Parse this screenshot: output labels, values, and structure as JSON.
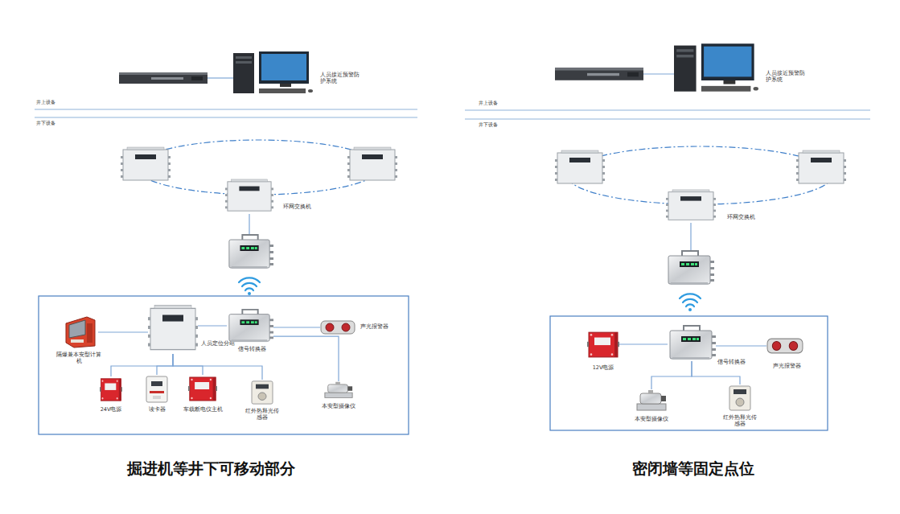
{
  "diagram": {
    "nodes": [
      {
        "text": [
          "人员接近预警防护系统"
        ]
      },
      {
        "text": [
          "环网交换机"
        ]
      },
      {
        "text": [
          "隔爆兼本安型计算机"
        ]
      },
      {
        "text": [
          "人员定位分站"
        ]
      },
      {
        "text": [
          "信号转换器"
        ]
      },
      {
        "text": [
          "声光报警器"
        ]
      },
      {
        "text": [
          "24V电源"
        ]
      },
      {
        "text": [
          "读卡器"
        ]
      },
      {
        "text": [
          "车载断电仪主机"
        ]
      },
      {
        "text": [
          "红外热释光传感器"
        ]
      },
      {
        "text": [
          "本安型摄像仪"
        ]
      },
      {
        "text": [
          "人员接近预警防护系统"
        ]
      },
      {
        "text": [
          "环网交换机"
        ]
      },
      {
        "text": [
          "12V电源"
        ]
      },
      {
        "text": [
          "信号转换器"
        ]
      },
      {
        "text": [
          "声光报警器"
        ]
      },
      {
        "text": [
          "本安型摄像仪"
        ]
      },
      {
        "text": [
          "红外热释光传感器"
        ]
      }
    ],
    "edges": [
      {
        "from": 2,
        "to": 3,
        "arrow": "none"
      },
      {
        "from": 3,
        "to": 4,
        "arrow": "none"
      },
      {
        "from": 4,
        "to": 5,
        "arrow": "none"
      },
      {
        "from": 4,
        "to": 10,
        "arrow": "none"
      },
      {
        "from": 3,
        "to": 6,
        "arrow": "none"
      },
      {
        "from": 3,
        "to": 7,
        "arrow": "none"
      },
      {
        "from": 3,
        "to": 8,
        "arrow": "none"
      },
      {
        "from": 3,
        "to": 9,
        "arrow": "none"
      },
      {
        "from": 13,
        "to": 14,
        "arrow": "none"
      },
      {
        "from": 14,
        "to": 15,
        "arrow": "none"
      },
      {
        "from": 14,
        "to": 16,
        "arrow": "none"
      },
      {
        "from": 14,
        "to": 17,
        "arrow": "none"
      }
    ],
    "labels": [
      "井上设备",
      "井下设备",
      "掘进机等井下可移动部分",
      "井上设备",
      "井下设备",
      "密闭墙等固定点位"
    ]
  }
}
